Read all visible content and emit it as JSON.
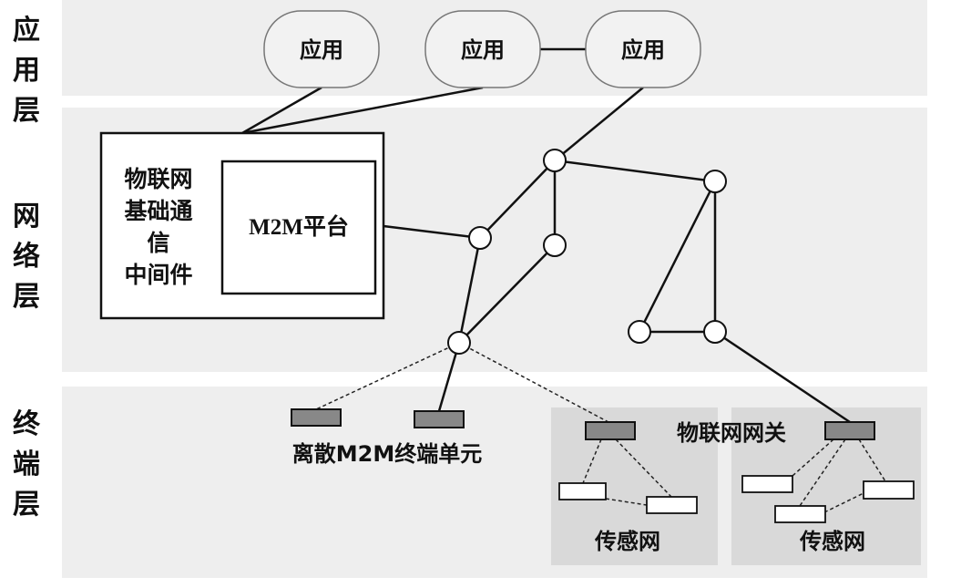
{
  "layers": {
    "application": "应\n用\n层",
    "network": "网\n络\n层",
    "terminal": "终\n端\n层"
  },
  "apps": [
    "应用",
    "应用",
    "应用"
  ],
  "middleware": {
    "text": [
      "物联网",
      "基础通",
      "信",
      "中间件"
    ],
    "platform": "M2M平台"
  },
  "labels": {
    "discrete_terminal": "离散M2M终端单元",
    "gateway": "物联网网关",
    "sensor_net_1": "传感网",
    "sensor_net_2": "传感网"
  }
}
